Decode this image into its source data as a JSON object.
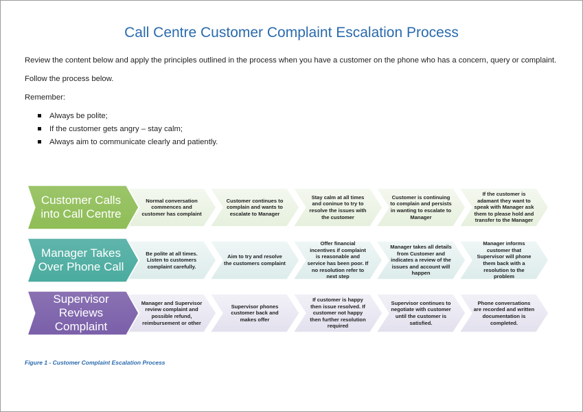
{
  "title": "Call Centre Customer Complaint Escalation Process",
  "intro": "Review the content below and apply the principles outlined in the process when you have a customer on the phone who has a concern, query or complaint.",
  "follow": "Follow the process below.",
  "remember": "Remember:",
  "bullets": [
    "Always be polite;",
    "If the customer gets angry – stay calm;",
    "Always aim to communicate clearly and patiently."
  ],
  "rows": [
    {
      "stage": "Customer Calls into Call Centre",
      "color": "#8fbd56",
      "step_color": "#e6f0dd",
      "steps": [
        "Normal conversation commences and customer has complaint",
        "Customer continues to complain and wants to escalate to Manager",
        "Stay calm at all times and coninue to try to resolve the issues with the customer",
        "Customer is continuing to complain and persists in wanting to escalate to Manager",
        "If the customer is adamant they want to speak with Manager ask them to please hold and transfer to the Manager"
      ]
    },
    {
      "stage": "Manager Takes Over Phone Call",
      "color": "#4aab9f",
      "step_color": "#dcecea",
      "steps": [
        "Be polite at all times. Listen to customers complaint carefully.",
        "Aim to try and resolve the customers complaint",
        "Offer financial incentives if complaint is reasonable and service has been poor. If no resolution refer to next step",
        "Manager takes all details from Customer and indicates a review of the issues and account will happen",
        "Manager informs customer that Supervisor will phone them back with a resolution to the problem"
      ]
    },
    {
      "stage": "Supervisor Reviews Complaint",
      "color": "#7a5fa9",
      "step_color": "#e3e0ee",
      "steps": [
        "Manager and Supervisor review complaint and possible refund, reimbursement or other",
        "Supervisor phones customer back and makes offer",
        "If customer is happy then issue resolved. If customer not happy then further resolution required",
        "Supervisor continues to negotiate with customer until the customer is satisfied.",
        "Phone conversations are recorded and written documentation is completed."
      ]
    }
  ],
  "caption": "Figure 1 - Customer Complaint Escalation Process"
}
